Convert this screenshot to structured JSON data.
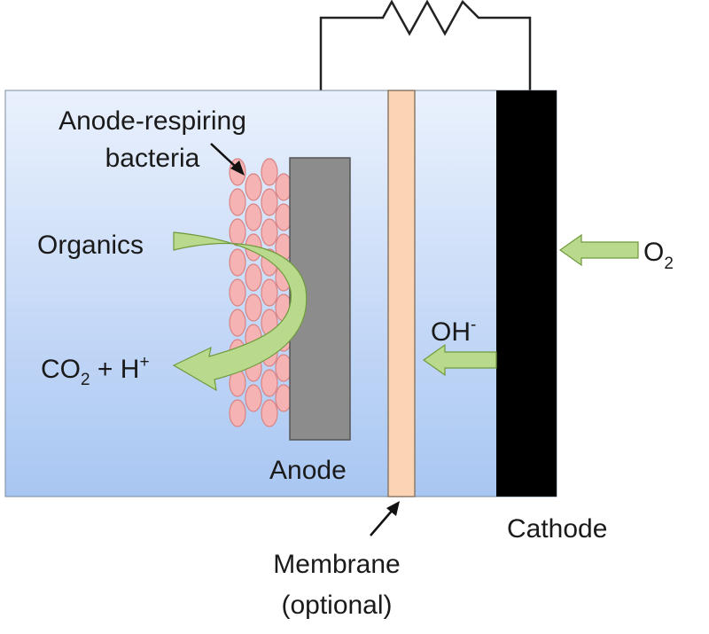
{
  "labels": {
    "bacteria_line1": "Anode-respiring",
    "bacteria_line2": "bacteria",
    "organics": "Organics",
    "co2": "CO",
    "co2_sub": "2",
    "co2_rest": " + H",
    "co2_sup": "+",
    "o2": "O",
    "o2_sub": "2",
    "oh": "OH",
    "oh_sup": "-",
    "anode": "Anode",
    "cathode": "Cathode",
    "membrane_line1": "Membrane",
    "membrane_line2": "(optional)"
  },
  "colors": {
    "chamber_top": "#eaf1fd",
    "chamber_bottom": "#a8c6f2",
    "anode": "#8c8c8c",
    "cathode": "#000000",
    "membrane": "#fbd4b4",
    "arrow": "#b9d98c",
    "arrow_stroke": "#6f9a3c",
    "bacteria": "#f6b3b3",
    "bacteria_stroke": "#d98383",
    "wire": "#222222"
  }
}
